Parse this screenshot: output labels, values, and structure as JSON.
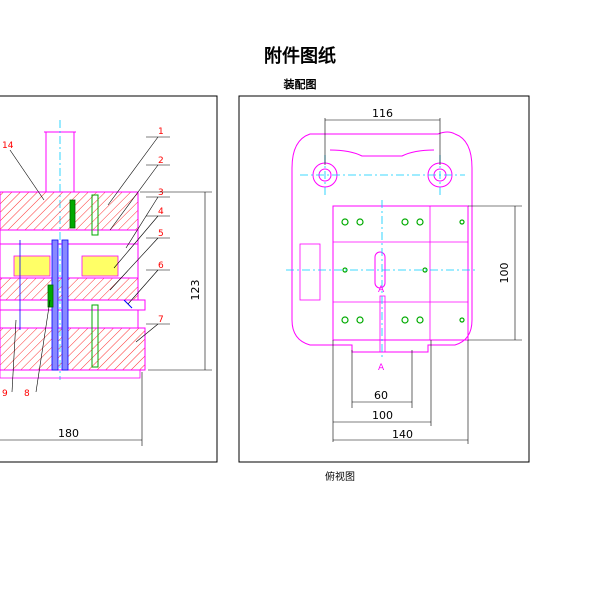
{
  "page": {
    "title": "附件图纸",
    "subtitle": "装配图",
    "caption": "俯视图"
  },
  "assembly": {
    "part_numbers": [
      "1",
      "2",
      "3",
      "4",
      "5",
      "6",
      "7",
      "8",
      "9",
      "14"
    ],
    "dim_width": "180",
    "dim_height": "123"
  },
  "top_view": {
    "dim_top": "116",
    "dim_height": "100",
    "dim_60": "60",
    "dim_100": "100",
    "dim_140": "140",
    "section_mark": "A"
  },
  "colors": {
    "outline": "#000000",
    "part": "#ff00ff",
    "center": "#00ccff",
    "hatch": "#ff3333",
    "green": "#00aa00",
    "blue": "#0000ff"
  }
}
